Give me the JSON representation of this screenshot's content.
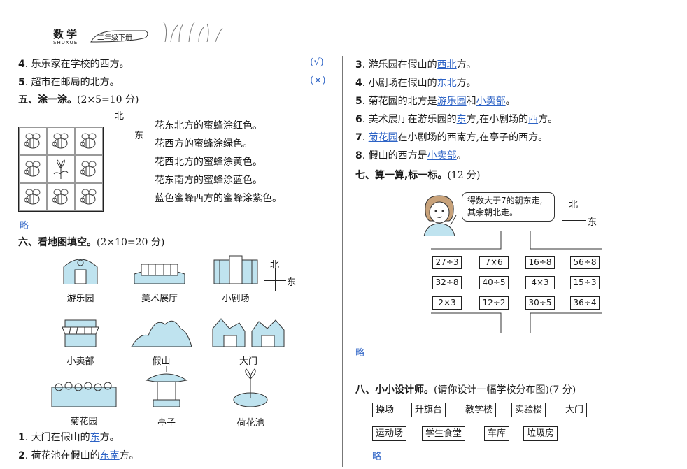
{
  "header": {
    "subject": "数学",
    "pinyin": "SHUXUE",
    "grade": "二年级下册"
  },
  "left": {
    "tf_items": [
      {
        "num": "4",
        "text": ". 乐乐家在学校的西方。",
        "mark": "(√)"
      },
      {
        "num": "5",
        "text": ". 超市在邮局的北方。",
        "mark": "(×)"
      }
    ],
    "section5": {
      "title": "五、涂一涂。",
      "score": "(2×5=10 分)",
      "north": "北",
      "east": "东",
      "instructions": [
        "花东北方的蜜蜂涂红色。",
        "花西方的蜜蜂涂绿色。",
        "花西北方的蜜蜂涂黄色。",
        "花东南方的蜜蜂涂蓝色。",
        "蓝色蜜蜂西方的蜜蜂涂紫色。"
      ],
      "answer": "略"
    },
    "section6": {
      "title": "六、看地图填空。",
      "score": "(2×10=20 分)",
      "north": "北",
      "east": "东",
      "places": [
        "游乐园",
        "美术展厅",
        "小剧场",
        "小卖部",
        "假山",
        "大门",
        "菊花园",
        "亭子",
        "荷花池"
      ],
      "q1": {
        "num": "1",
        "pre": ". 大门在假山的",
        "ans": "东",
        "post": "方。"
      },
      "q2": {
        "num": "2",
        "pre": ". 荷花池在假山的",
        "ans": "东南",
        "post": "方。"
      }
    }
  },
  "right": {
    "q3": {
      "num": "3",
      "pre": ". 游乐园在假山的",
      "ans": "西北",
      "post": "方。"
    },
    "q4": {
      "num": "4",
      "pre": ". 小剧场在假山的",
      "ans": "东北",
      "post": "方。"
    },
    "q5": {
      "num": "5",
      "pre": ". 菊花园的北方是",
      "ans": "游乐园",
      "mid": "和",
      "ans2": "小卖部",
      "post": "。"
    },
    "q6": {
      "num": "6",
      "pre": ". 美术展厅在游乐园的",
      "ans": "东",
      "mid": "方,在小剧场的",
      "ans2": "西",
      "post": "方。"
    },
    "q7": {
      "num": "7",
      "pre": ". ",
      "ans": "菊花园",
      "post": "在小剧场的西南方,在亭子的西方。"
    },
    "q8": {
      "num": "8",
      "pre": ". 假山的西方是",
      "ans": "小卖部",
      "post": "。"
    },
    "section7": {
      "title": "七、算一算,标一标。",
      "score": "(12 分)",
      "bubble_line1": "得数大于7的朝东走,",
      "bubble_line2": "其余朝北走。",
      "north": "北",
      "east": "东",
      "cards": [
        "27÷3",
        "7×6",
        "16÷8",
        "56÷8",
        "32÷8",
        "40÷5",
        "4×3",
        "15÷3",
        "2×3",
        "12÷2",
        "30÷5",
        "36÷4"
      ],
      "answer": "略"
    },
    "section8": {
      "title": "八、小小设计师。",
      "detail": "(请你设计一幅学校分布图)",
      "score": "(7 分)",
      "words_row1": [
        "操场",
        "升旗台",
        "教学楼",
        "实验楼",
        "大门"
      ],
      "words_row2": [
        "运动场",
        "学生食堂",
        "车库",
        "垃圾房"
      ],
      "answer": "略"
    }
  }
}
